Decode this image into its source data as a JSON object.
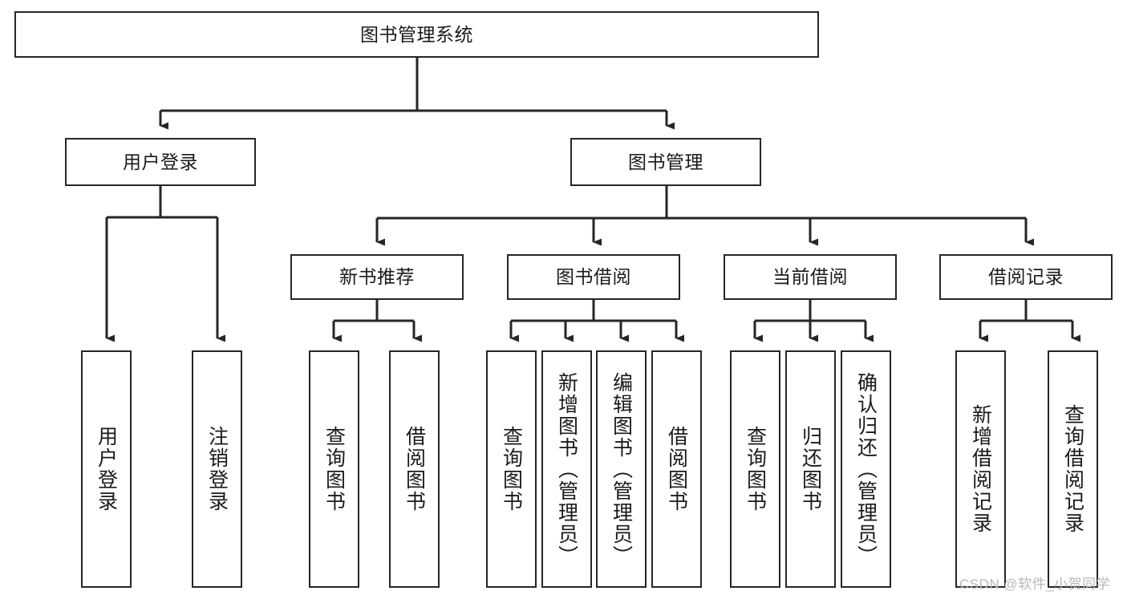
{
  "diagram": {
    "title": "图书管理系统",
    "type": "tree-hierarchy-chart",
    "colors": {
      "box_border": "#262626",
      "box_fill": "#ffffff",
      "edge": "#262626",
      "text": "#1a1a1a",
      "watermark": "#b8b8b8",
      "background": "#ffffff"
    },
    "nodes": {
      "root": {
        "label": "图书管理系统"
      },
      "level2": [
        {
          "id": "user-login",
          "label": "用户登录"
        },
        {
          "id": "book-manage",
          "label": "图书管理"
        }
      ],
      "level3": [
        {
          "id": "new-book-recommend",
          "label": "新书推荐"
        },
        {
          "id": "book-borrow",
          "label": "图书借阅"
        },
        {
          "id": "current-borrow",
          "label": "当前借阅"
        },
        {
          "id": "borrow-record",
          "label": "借阅记录"
        }
      ],
      "leaves": [
        {
          "id": "leaf-user-login",
          "label": "用户登录",
          "parent": "user-login"
        },
        {
          "id": "leaf-logout",
          "label": "注销登录",
          "parent": "user-login"
        },
        {
          "id": "leaf-query-book-1",
          "label": "查询图书",
          "parent": "new-book-recommend"
        },
        {
          "id": "leaf-borrow-book-1",
          "label": "借阅图书",
          "parent": "new-book-recommend"
        },
        {
          "id": "leaf-query-book-2",
          "label": "查询图书",
          "parent": "book-borrow"
        },
        {
          "id": "leaf-add-book",
          "label": "新增图书（管理员）",
          "parent": "book-borrow"
        },
        {
          "id": "leaf-edit-book",
          "label": "编辑图书（管理员）",
          "parent": "book-borrow"
        },
        {
          "id": "leaf-borrow-book-2",
          "label": "借阅图书",
          "parent": "book-borrow"
        },
        {
          "id": "leaf-query-book-3",
          "label": "查询图书",
          "parent": "current-borrow"
        },
        {
          "id": "leaf-return-book",
          "label": "归还图书",
          "parent": "current-borrow"
        },
        {
          "id": "leaf-confirm-return",
          "label": "确认归还（管理员）",
          "parent": "current-borrow"
        },
        {
          "id": "leaf-add-record",
          "label": "新增借阅记录",
          "parent": "borrow-record"
        },
        {
          "id": "leaf-query-record",
          "label": "查询借阅记录",
          "parent": "borrow-record"
        }
      ]
    },
    "watermark": "CSDN @软件_小贺同学"
  }
}
